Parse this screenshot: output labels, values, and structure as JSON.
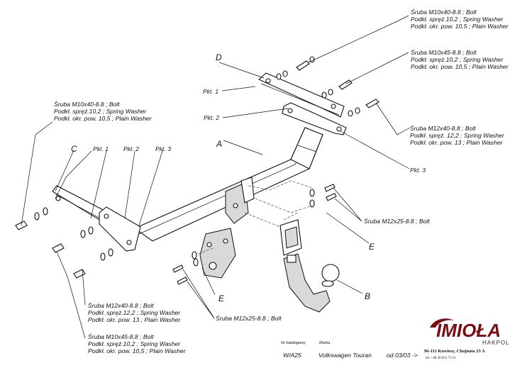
{
  "labels": {
    "d": "D",
    "a": "A",
    "b": "B",
    "c": "C",
    "e1": "E",
    "e2": "E",
    "pkt1_top": "Pkt. 1",
    "pkt2_top": "Pkt. 2",
    "pkt3_right": "Pkt. 3",
    "pkt1_left": "Pkt. 1",
    "pkt2_left": "Pkt. 2",
    "pkt3_left": "Pkt. 3"
  },
  "notes": {
    "top_right_1": [
      "Śruba M10x40-8.8 ;  Bolt",
      "Podkł. spręż.10,2 ; Spring Washer",
      "Podkł. okr. pow. 10,5 ; Plain Washer"
    ],
    "top_right_2": [
      "Śruba M10x45-8.8 ;  Bolt",
      "Podkł. spręż.10,2 ; Spring Washer",
      "Podkł. okr. pow. 10,5 ; Plain Washer"
    ],
    "right_3": [
      "Śruba M12x40-8.8 ;  Bolt",
      "Podkł. spręż. 12,2 ; Spring Washer",
      "Podkł. okr. pow. 13 ; Plain Washer"
    ],
    "left_1": [
      "Śruba M10x40-8.8 ;  Bolt",
      "Podkł. spręż.10,2 ; Spring Washer",
      "Podkł. okr. pow. 10,5 ; Plain Washer"
    ],
    "bolt_right": "Śruba M12x25-8.8 ;  Bolt",
    "bolt_bottom": "Śruba M12x25-8.8 ;  Bolt",
    "bottom_1": [
      "Śruba M12x40-8.8 ;  Bolt",
      "Podkł. spręż.12,2 ; Spring Washer",
      "Podkł. okr. pow. 13 ; Plain Washer"
    ],
    "bottom_2": [
      "Śruba M10x45-8.8 ;  Bolt",
      "Podkł. spręż.10,2 ; Spring Washer",
      "Podkł. okr. pow. 10,5 ; Plain Washer"
    ]
  },
  "footer": {
    "catalog_label": "Nr katalogowy",
    "catalog_value": "W/A25",
    "brand_label": "Marka",
    "brand_value": "Volkswagen Touran",
    "date_value": "od  03/03 ->"
  },
  "logo": {
    "name": "IMIOŁA",
    "sub": "HAKPOL",
    "address": "96-111 Kowiesy, Chojnata 23 A",
    "phone": "tel. +48 46 831 73 31",
    "color": "#7a0d12"
  }
}
